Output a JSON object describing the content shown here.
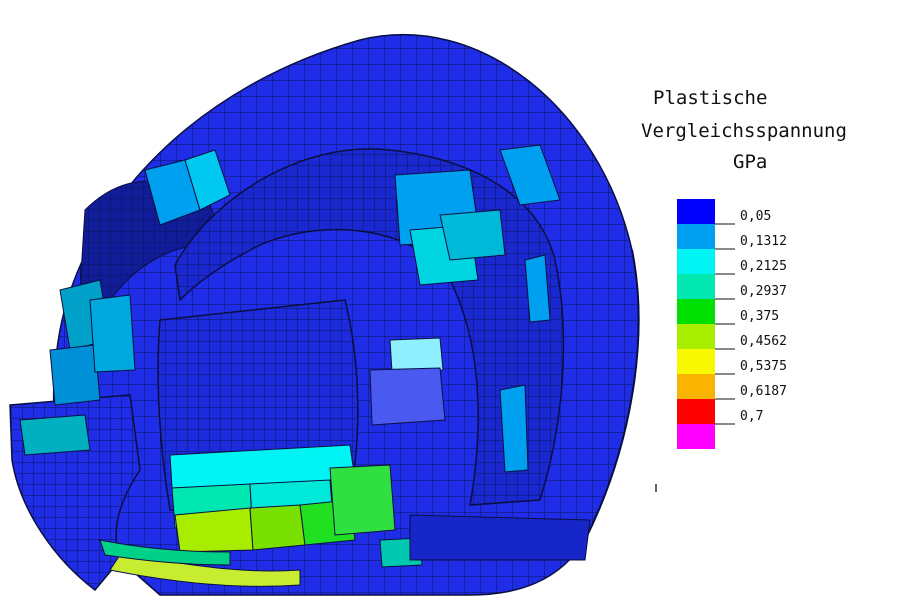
{
  "legend": {
    "title_line1": "Plastische",
    "title_line2": "Vergleichsspannung",
    "unit": "GPa",
    "levels": [
      {
        "label": "0,05",
        "color": "#0000ff"
      },
      {
        "label": "0,1312",
        "color": "#00a0f0"
      },
      {
        "label": "0,2125",
        "color": "#00f4f4"
      },
      {
        "label": "0,2937",
        "color": "#00e8b0"
      },
      {
        "label": "0,375",
        "color": "#00e000"
      },
      {
        "label": "0,4562",
        "color": "#a8ec00"
      },
      {
        "label": "0,5375",
        "color": "#f8f800"
      },
      {
        "label": "0,6187",
        "color": "#f8b400"
      },
      {
        "label": "0,7",
        "color": "#ff0000"
      },
      {
        "label": "",
        "color": "#ff00ff"
      }
    ]
  },
  "model": {
    "base_color": "#1f2ee6",
    "mesh_color": "#0a0f40",
    "shade_color": "#0f1aa8"
  }
}
